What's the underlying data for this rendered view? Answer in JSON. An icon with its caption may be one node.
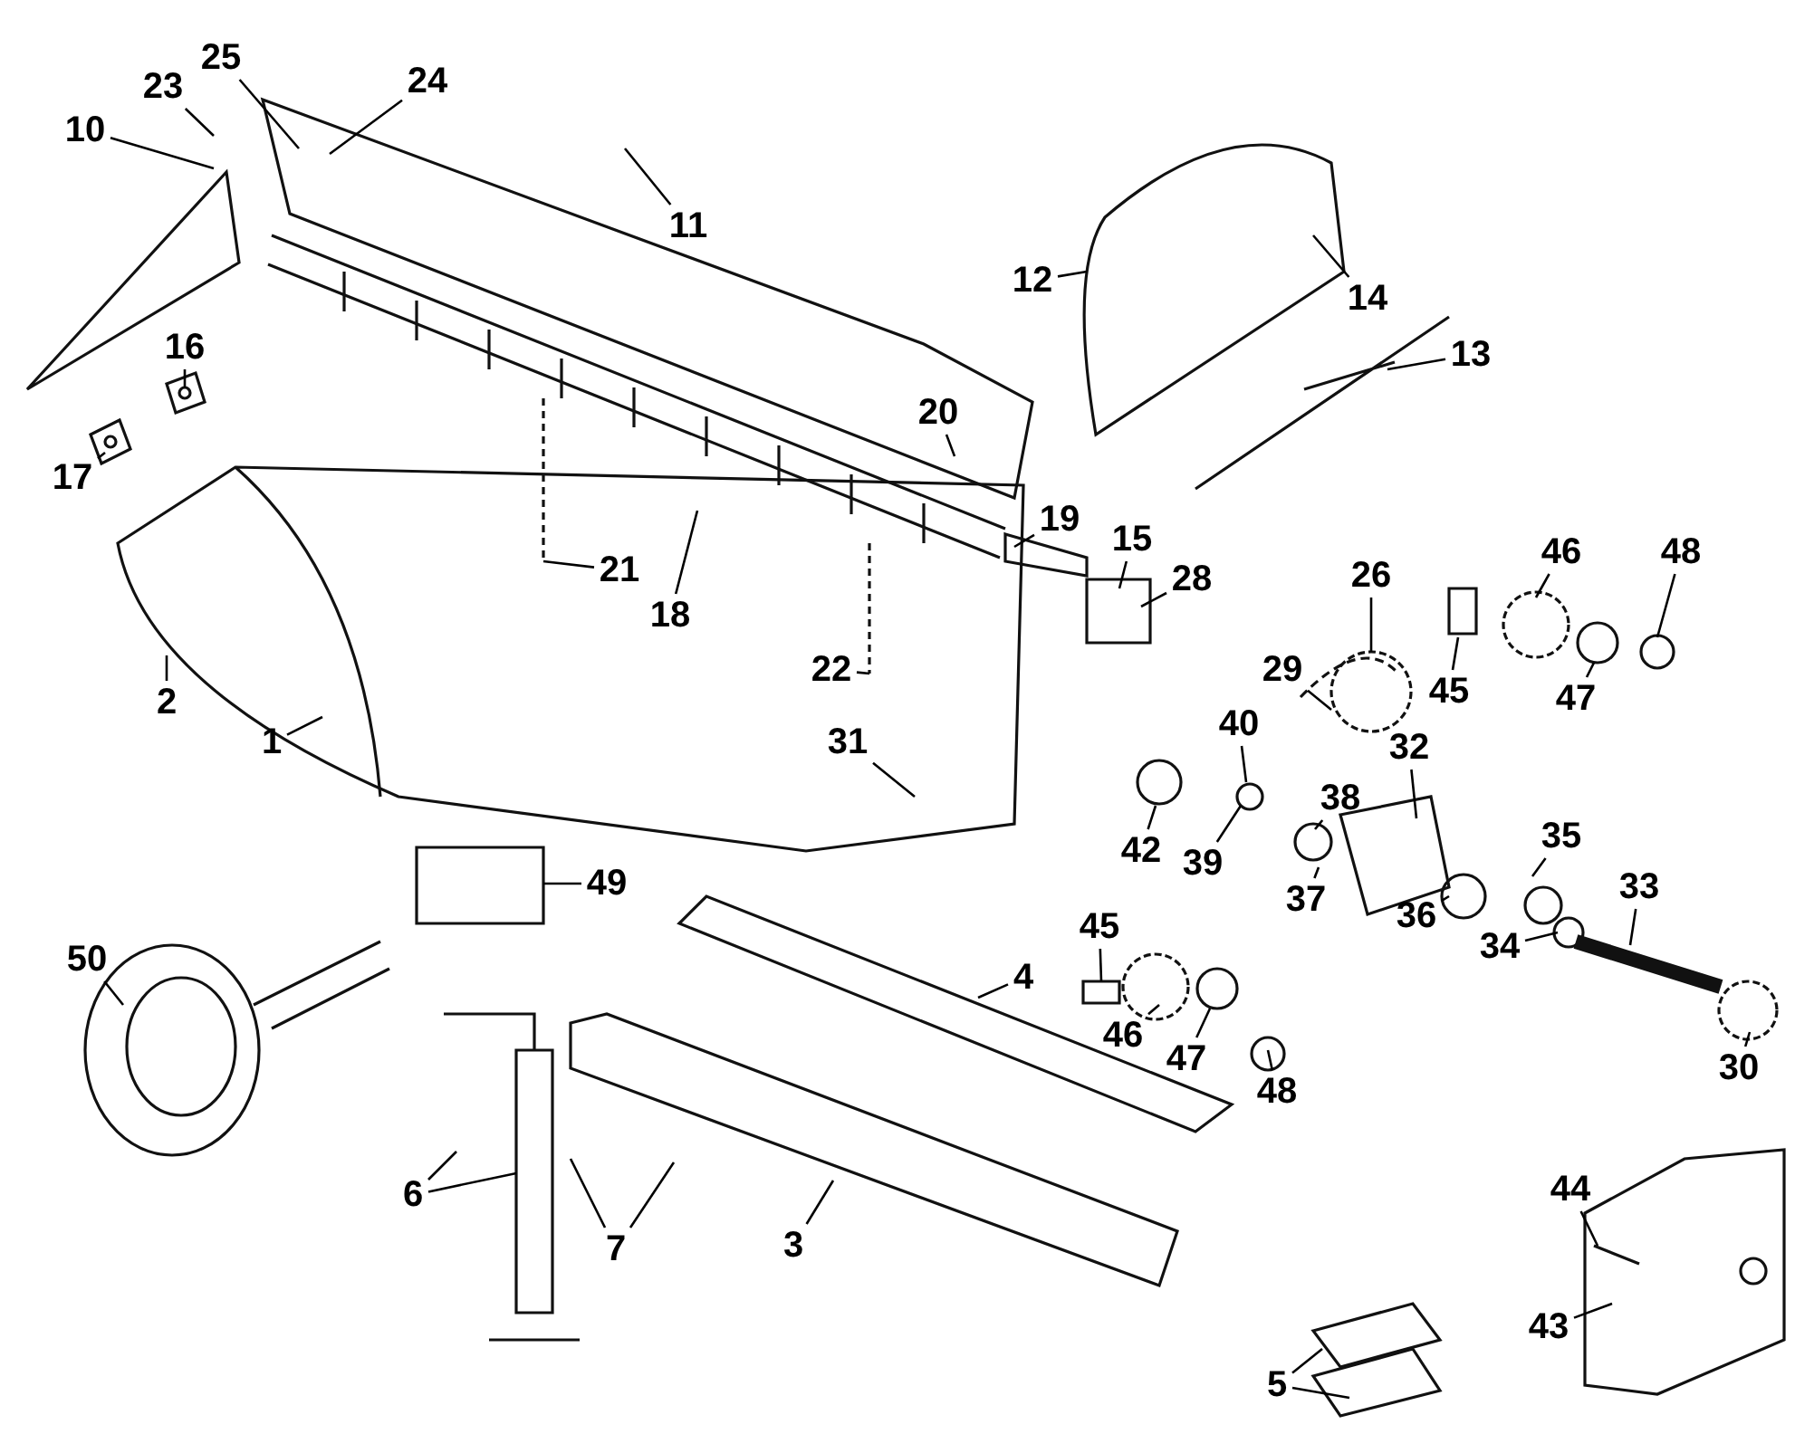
{
  "diagram": {
    "nodes": [
      {
        "text": [
          "25"
        ]
      },
      {
        "text": [
          "24"
        ]
      },
      {
        "text": [
          "23"
        ]
      },
      {
        "text": [
          "10"
        ]
      },
      {
        "text": [
          "11"
        ]
      },
      {
        "text": [
          "14"
        ]
      },
      {
        "text": [
          "12"
        ]
      },
      {
        "text": [
          "13"
        ]
      },
      {
        "text": [
          "16"
        ]
      },
      {
        "text": [
          "17"
        ]
      },
      {
        "text": [
          "20"
        ]
      },
      {
        "text": [
          "19"
        ]
      },
      {
        "text": [
          "21"
        ]
      },
      {
        "text": [
          "15"
        ]
      },
      {
        "text": [
          "28"
        ]
      },
      {
        "text": [
          "46"
        ]
      },
      {
        "text": [
          "48"
        ]
      },
      {
        "text": [
          "26"
        ]
      },
      {
        "text": [
          "18"
        ]
      },
      {
        "text": [
          "29"
        ]
      },
      {
        "text": [
          "45"
        ]
      },
      {
        "text": [
          "47"
        ]
      },
      {
        "text": [
          "2"
        ]
      },
      {
        "text": [
          "22"
        ]
      },
      {
        "text": [
          "1"
        ]
      },
      {
        "text": [
          "40"
        ]
      },
      {
        "text": [
          "31"
        ]
      },
      {
        "text": [
          "32"
        ]
      },
      {
        "text": [
          "38"
        ]
      },
      {
        "text": [
          "42"
        ]
      },
      {
        "text": [
          "39"
        ]
      },
      {
        "text": [
          "35"
        ]
      },
      {
        "text": [
          "37"
        ]
      },
      {
        "text": [
          "33"
        ]
      },
      {
        "text": [
          "36"
        ]
      },
      {
        "text": [
          "49"
        ]
      },
      {
        "text": [
          "45"
        ]
      },
      {
        "text": [
          "34"
        ]
      },
      {
        "text": [
          "50"
        ]
      },
      {
        "text": [
          "46"
        ]
      },
      {
        "text": [
          "4"
        ]
      },
      {
        "text": [
          "47"
        ]
      },
      {
        "text": [
          "48"
        ]
      },
      {
        "text": [
          "30"
        ]
      },
      {
        "text": [
          "44"
        ]
      },
      {
        "text": [
          "6"
        ]
      },
      {
        "text": [
          "7"
        ]
      },
      {
        "text": [
          "3"
        ]
      },
      {
        "text": [
          "43"
        ]
      },
      {
        "text": [
          "5"
        ]
      }
    ],
    "edges": [
      {
        "from": 0,
        "to": null,
        "arrow": "none"
      },
      {
        "from": 1,
        "to": null,
        "arrow": "none"
      },
      {
        "from": 2,
        "to": null,
        "arrow": "none"
      },
      {
        "from": 3,
        "to": null,
        "arrow": "none"
      },
      {
        "from": 4,
        "to": null,
        "arrow": "none"
      },
      {
        "from": 5,
        "to": null,
        "arrow": "none"
      },
      {
        "from": 6,
        "to": null,
        "arrow": "none"
      },
      {
        "from": 7,
        "to": null,
        "arrow": "none"
      },
      {
        "from": 8,
        "to": null,
        "arrow": "none"
      },
      {
        "from": 9,
        "to": null,
        "arrow": "none"
      },
      {
        "from": 10,
        "to": null,
        "arrow": "none"
      },
      {
        "from": 11,
        "to": null,
        "arrow": "none"
      },
      {
        "from": 12,
        "to": null,
        "arrow": "none"
      },
      {
        "from": 13,
        "to": null,
        "arrow": "none"
      },
      {
        "from": 14,
        "to": null,
        "arrow": "none"
      },
      {
        "from": 15,
        "to": null,
        "arrow": "none"
      },
      {
        "from": 16,
        "to": null,
        "arrow": "none"
      },
      {
        "from": 17,
        "to": null,
        "arrow": "none"
      },
      {
        "from": 18,
        "to": null,
        "arrow": "none"
      },
      {
        "from": 19,
        "to": null,
        "arrow": "none"
      },
      {
        "from": 20,
        "to": null,
        "arrow": "none"
      },
      {
        "from": 21,
        "to": null,
        "arrow": "none"
      },
      {
        "from": 22,
        "to": null,
        "arrow": "none"
      },
      {
        "from": 23,
        "to": null,
        "arrow": "none"
      },
      {
        "from": 24,
        "to": null,
        "arrow": "none"
      },
      {
        "from": 25,
        "to": null,
        "arrow": "none"
      },
      {
        "from": 26,
        "to": null,
        "arrow": "none"
      },
      {
        "from": 27,
        "to": null,
        "arrow": "none"
      },
      {
        "from": 28,
        "to": null,
        "arrow": "none"
      },
      {
        "from": 29,
        "to": null,
        "arrow": "none"
      },
      {
        "from": 30,
        "to": null,
        "arrow": "none"
      },
      {
        "from": 31,
        "to": null,
        "arrow": "none"
      },
      {
        "from": 32,
        "to": null,
        "arrow": "none"
      },
      {
        "from": 33,
        "to": null,
        "arrow": "none"
      },
      {
        "from": 34,
        "to": null,
        "arrow": "none"
      },
      {
        "from": 35,
        "to": null,
        "arrow": "none"
      },
      {
        "from": 36,
        "to": null,
        "arrow": "none"
      },
      {
        "from": 37,
        "to": null,
        "arrow": "none"
      },
      {
        "from": 38,
        "to": null,
        "arrow": "none"
      },
      {
        "from": 39,
        "to": null,
        "arrow": "none"
      },
      {
        "from": 40,
        "to": null,
        "arrow": "none"
      },
      {
        "from": 41,
        "to": null,
        "arrow": "none"
      },
      {
        "from": 42,
        "to": null,
        "arrow": "none"
      },
      {
        "from": 43,
        "to": null,
        "arrow": "none"
      },
      {
        "from": 44,
        "to": null,
        "arrow": "none"
      },
      {
        "from": 45,
        "to": null,
        "arrow": "none"
      },
      {
        "from": 45,
        "to": null,
        "arrow": "none"
      },
      {
        "from": 46,
        "to": null,
        "arrow": "none"
      },
      {
        "from": 46,
        "to": null,
        "arrow": "none"
      },
      {
        "from": 47,
        "to": null,
        "arrow": "none"
      },
      {
        "from": 48,
        "to": null,
        "arrow": "none"
      },
      {
        "from": 49,
        "to": null,
        "arrow": "none"
      },
      {
        "from": 49,
        "to": null,
        "arrow": "none"
      }
    ]
  }
}
